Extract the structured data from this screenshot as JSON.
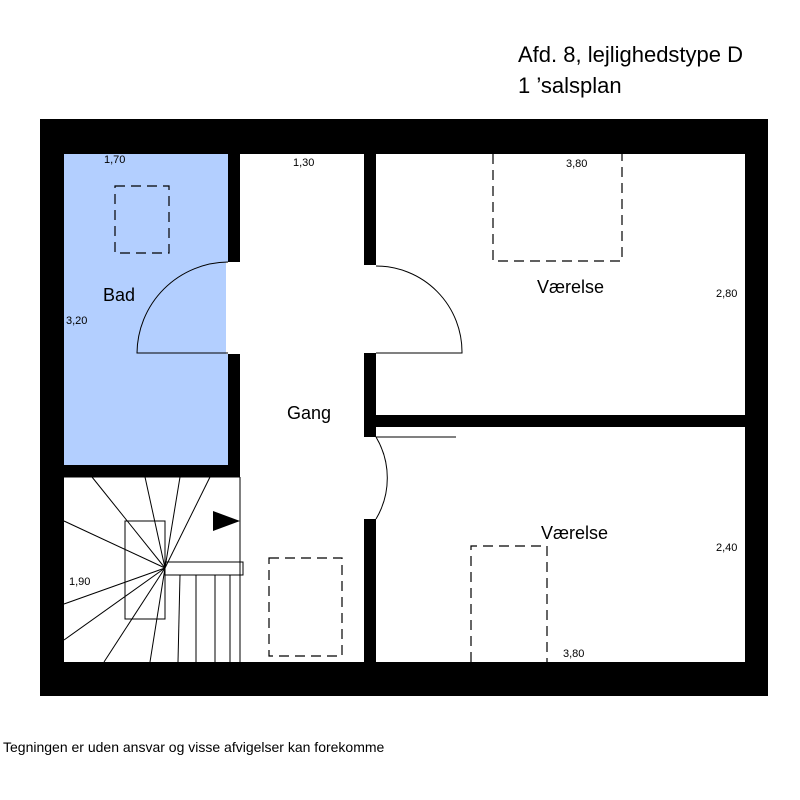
{
  "title": {
    "line1": "Afd. 8, lejlighedstype D",
    "line2": "1 ’salsplan"
  },
  "rooms": {
    "bath": "Bad",
    "hall": "Gang",
    "room_top": "Værelse",
    "room_bottom": "Værelse"
  },
  "dimensions": {
    "bath_width": "1,70",
    "bath_height": "3,20",
    "hall_width": "1,30",
    "room_top_width": "3,80",
    "room_top_height": "2,80",
    "room_bottom_height": "2,40",
    "room_bottom_width": "3,80",
    "stair_height": "1,90"
  },
  "colors": {
    "wall": "#000000",
    "bath_fill": "#b3cfff",
    "floor": "#ffffff"
  },
  "footer": {
    "disclaimer": "Tegningen er uden ansvar og visse afvigelser kan forekomme"
  }
}
